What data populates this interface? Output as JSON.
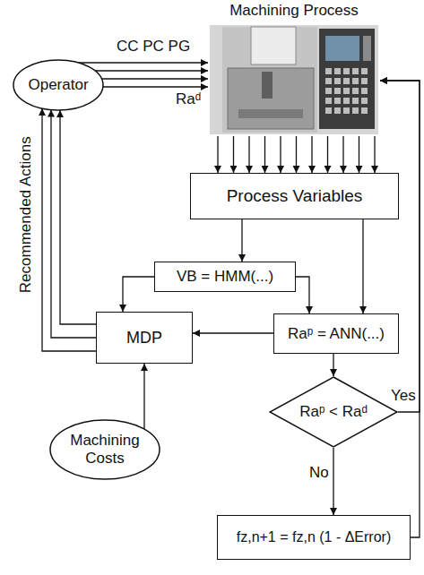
{
  "diagram": {
    "nodes": [
      {
        "text": [
          "Machining Process"
        ]
      },
      {
        "text": [
          "Operator"
        ]
      },
      {
        "text": [
          "Process Variables"
        ]
      },
      {
        "text": [
          "VB = HMM(...)"
        ]
      },
      {
        "text": [
          "MDP"
        ]
      },
      {
        "text": [
          "Raᵖ = ANN(...)"
        ]
      },
      {
        "text": [
          "Raᵖ < Raᵈ"
        ]
      },
      {
        "text": [
          "Machining Costs"
        ]
      },
      {
        "text": [
          "fz,n+1 = fz,n (1 - ΔError)"
        ]
      }
    ],
    "edges": [
      {
        "from": 1,
        "to": 0,
        "arrow": "to"
      },
      {
        "from": 1,
        "to": 0,
        "arrow": "to"
      },
      {
        "from": 1,
        "to": 0,
        "arrow": "to"
      },
      {
        "from": 1,
        "to": 0,
        "arrow": "to"
      },
      {
        "from": 0,
        "to": 2,
        "arrow": "to"
      },
      {
        "from": 0,
        "to": 2,
        "arrow": "to"
      },
      {
        "from": 0,
        "to": 2,
        "arrow": "to"
      },
      {
        "from": 0,
        "to": 2,
        "arrow": "to"
      },
      {
        "from": 0,
        "to": 2,
        "arrow": "to"
      },
      {
        "from": 0,
        "to": 2,
        "arrow": "to"
      },
      {
        "from": 0,
        "to": 2,
        "arrow": "to"
      },
      {
        "from": 0,
        "to": 2,
        "arrow": "to"
      },
      {
        "from": 0,
        "to": 2,
        "arrow": "to"
      },
      {
        "from": 0,
        "to": 2,
        "arrow": "to"
      },
      {
        "from": 0,
        "to": 2,
        "arrow": "to"
      },
      {
        "from": 2,
        "to": 3,
        "arrow": "to"
      },
      {
        "from": 2,
        "to": 5,
        "arrow": "to"
      },
      {
        "from": 3,
        "to": 4,
        "arrow": "to"
      },
      {
        "from": 3,
        "to": 5,
        "arrow": "to"
      },
      {
        "from": 5,
        "to": 4,
        "arrow": "to"
      },
      {
        "from": 5,
        "to": 6,
        "arrow": "to"
      },
      {
        "from": 6,
        "to": 0,
        "label": "Yes",
        "arrow": "to"
      },
      {
        "from": 6,
        "to": 8,
        "label": "No",
        "arrow": "to"
      },
      {
        "from": 8,
        "to": 0,
        "arrow": "to"
      },
      {
        "from": 7,
        "to": 4,
        "arrow": "to"
      },
      {
        "from": 4,
        "to": 1,
        "arrow": "to"
      },
      {
        "from": 4,
        "to": 1,
        "arrow": "to"
      },
      {
        "from": 4,
        "to": 1,
        "arrow": "to"
      }
    ],
    "labels": [
      "CC PC PG",
      "Raᵈ",
      "Recommended Actions"
    ]
  }
}
